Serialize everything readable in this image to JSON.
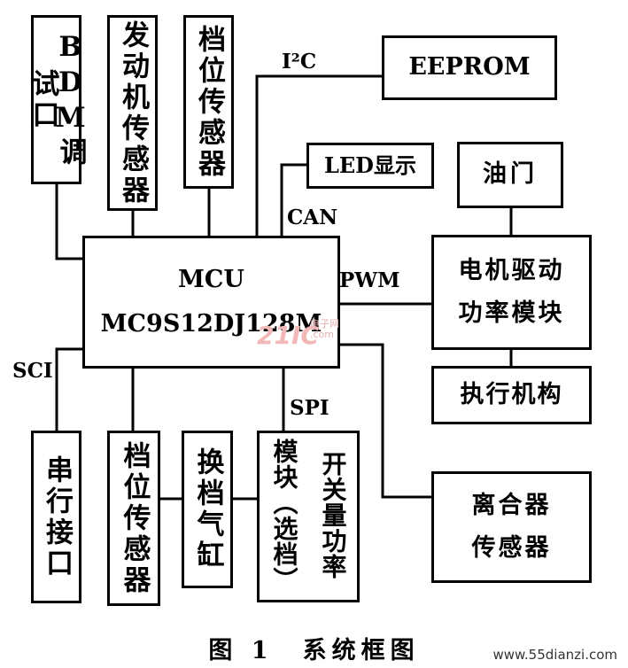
{
  "blocks": {
    "bdm": "BDM调试口",
    "engine_sensor": "发动机传感器",
    "gear_sensor_top": "档位传感器",
    "eeprom": "EEPROM",
    "led": "LED显示",
    "throttle": "油门",
    "mcu_line1": "MCU",
    "mcu_line2": "MC9S12DJ128M",
    "motor_line1": "电机驱动",
    "motor_line2": "功率模块",
    "actuator": "执行机构",
    "clutch_line1": "离合器",
    "clutch_line2": "传感器",
    "serial": "串行接口",
    "gear_sensor_bottom": "档位传感器",
    "shift_cyl": "换档气缸",
    "switch_col1": "模块（选档）",
    "switch_col2": "开关量功率"
  },
  "bus_labels": {
    "i2c": "I²C",
    "can": "CAN",
    "pwm": "PWM",
    "sci": "SCI",
    "spi": "SPI"
  },
  "caption": "图 1　系统框图",
  "watermarks": {
    "logo": "21IC",
    "small_top": "电子网",
    "small_bottom": ".com",
    "site": "www.55dianzi.com"
  }
}
